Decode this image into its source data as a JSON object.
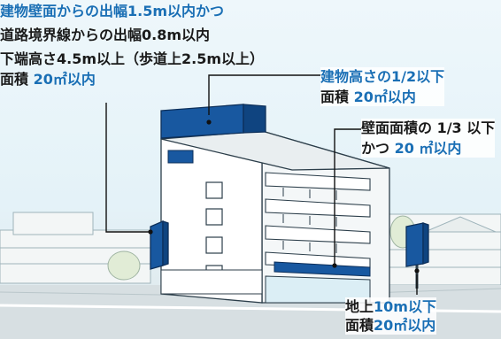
{
  "colors": {
    "accent_text": "#1a6fb5",
    "sign_fill": "#1858a0",
    "sign_stroke": "#0d2f5a",
    "background": "#e4f2f8"
  },
  "labels": {
    "projecting_sign": {
      "line1": "建物壁面からの出幅1.5m以内かつ",
      "line2": "道路境界線からの出幅0.8m以内",
      "line3": "下端高さ4.5m以上（歩道上2.5m以上）",
      "line4_prefix": "面積",
      "line4_value": "20㎡以内"
    },
    "rooftop_sign": {
      "line1": "建物高さの1/2以下",
      "line2_prefix": "面積",
      "line2_value": "20㎡以内"
    },
    "wall_sign": {
      "line1": "壁面面積の 1/3 以下",
      "line2_prefix": "かつ",
      "line2_value": "20 ㎡以内"
    },
    "ground_sign": {
      "line1_prefix": "地上",
      "line1_value": "10m以下",
      "line2_prefix": "面積",
      "line2_value": "20㎡以内"
    }
  }
}
